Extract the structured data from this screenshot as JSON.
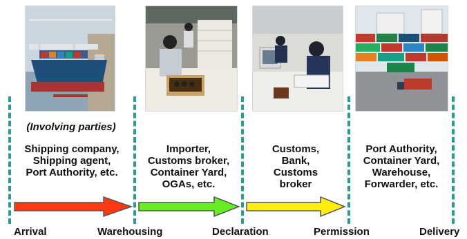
{
  "involving_parties_label": "(Involving parties)",
  "stages": [
    {
      "label": "Arrival"
    },
    {
      "label": "Warehousing"
    },
    {
      "label": "Declaration"
    },
    {
      "label": "Permission"
    },
    {
      "label": "Delivery"
    }
  ],
  "segments": [
    {
      "parties": [
        "Shipping company,",
        "Shipping agent,",
        "Port Authority, etc."
      ],
      "arrow_color": "#ff3a10"
    },
    {
      "parties": [
        "Importer,",
        "Customs broker,",
        "Container Yard,",
        "OGAs, etc."
      ],
      "arrow_color": "#66ee22"
    },
    {
      "parties": [
        "Customs,",
        "Bank,",
        "Customs",
        "broker"
      ],
      "arrow_color": "#ffee10"
    },
    {
      "parties": [
        "Port Authority,",
        "Container Yard,",
        "Warehouse,",
        "Forwarder, etc."
      ],
      "arrow_color": null
    }
  ],
  "photos": [
    {
      "icon": "container-ship-photo"
    },
    {
      "icon": "warehouse-worker-photo"
    },
    {
      "icon": "customs-office-photo"
    },
    {
      "icon": "container-yard-photo"
    }
  ],
  "colors": {
    "divider": "#2a9d8f",
    "arrow_outline": "#555555"
  }
}
